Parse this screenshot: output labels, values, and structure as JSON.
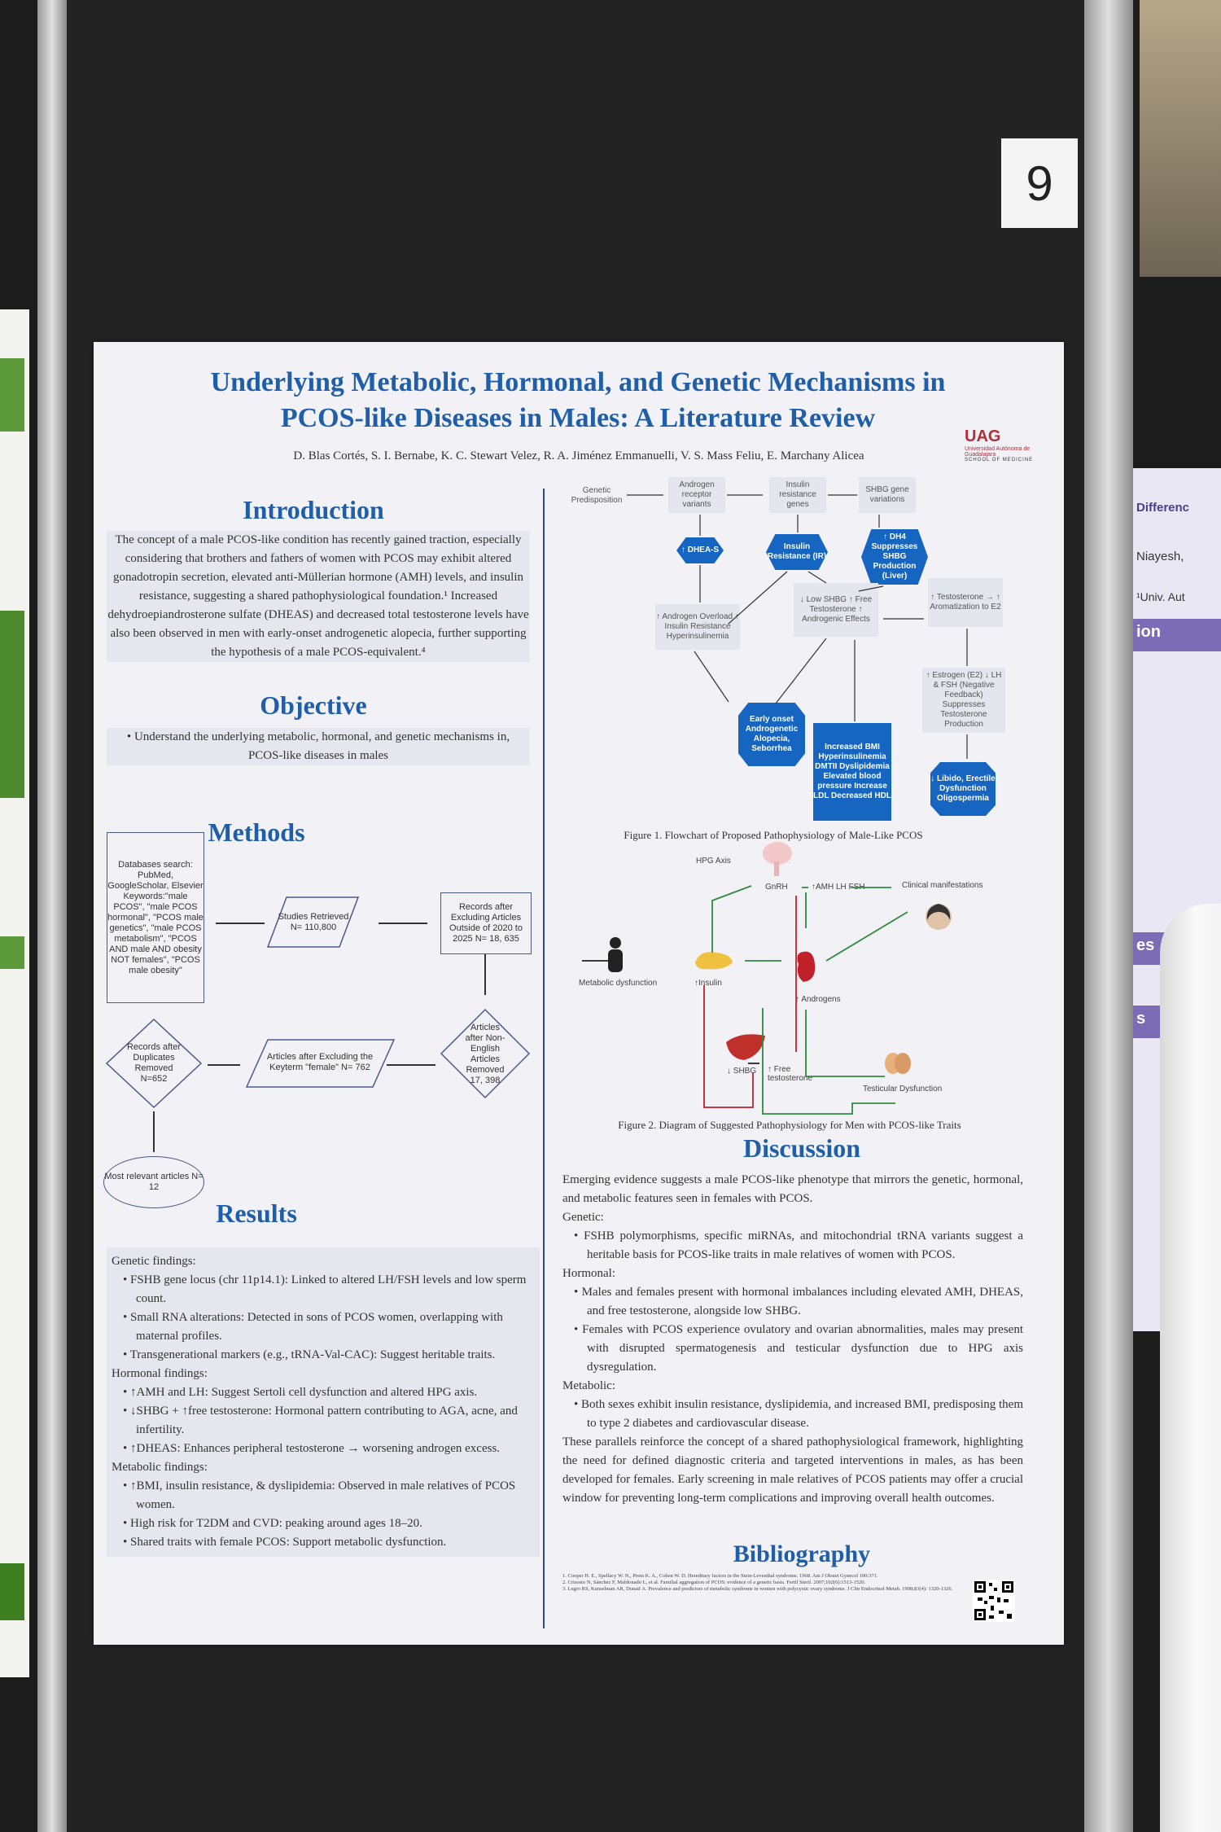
{
  "photo": {
    "booth_number": "9",
    "neighbor_poster_snippets": [
      "Differenc",
      "Niayesh,",
      "¹Univ. Aut",
      "ion",
      "es",
      "s"
    ]
  },
  "poster": {
    "title_line1": "Underlying Metabolic, Hormonal, and Genetic Mechanisms in",
    "title_line2": "PCOS-like Diseases in Males: A Literature Review",
    "authors": "D. Blas Cortés, S. I. Bernabe, K. C. Stewart Velez, R. A. Jiménez Emmanuelli, V. S. Mass Feliu, E. Marchany Alicea",
    "logo": {
      "name": "UAG",
      "sub": "Universidad Autónoma de Guadalajara",
      "school": "SCHOOL OF MEDICINE"
    },
    "introduction": {
      "heading": "Introduction",
      "text": "The concept of a male PCOS-like condition has recently gained traction, especially considering that brothers and fathers of women with PCOS may exhibit altered gonadotropin secretion, elevated anti-Müllerian hormone (AMH) levels, and insulin resistance, suggesting a shared pathophysiological foundation.¹ Increased dehydroepiandrosterone sulfate (DHEAS) and decreased total testosterone levels have also been observed in men with early-onset androgenetic alopecia, further supporting the hypothesis of a male PCOS-equivalent.⁴"
    },
    "objective": {
      "heading": "Objective",
      "text": "Understand the underlying metabolic, hormonal, and genetic mechanisms in, PCOS-like diseases in males"
    },
    "methods": {
      "heading": "Methods",
      "db_search": "Databases search: PubMed, GoogleScholar, Elsevier Keywords:\"male PCOS\", \"male PCOS hormonal\", \"PCOS male genetics\", \"male PCOS metabolism\", \"PCOS AND male AND obesity NOT females\", \"PCOS male obesity\"",
      "studies_retrieved": "Studies Retrieved N= 110,800",
      "records_after_2020": "Records after Excluding Articles Outside of 2020 to 2025 N= 18, 635",
      "non_english": "Articles after Non-English Articles Removed 17, 398",
      "keyterm_female": "Articles after Excluding the Keyterm \"female\" N= 762",
      "duplicates": "Records after Duplicates Removed N=652",
      "most_relevant": "Most relevant articles N= 12"
    },
    "results": {
      "heading": "Results",
      "lines": [
        {
          "t": "Genetic findings:",
          "b": false
        },
        {
          "t": "• FSHB gene locus (chr 11p14.1): Linked to altered LH/FSH levels and low sperm count.",
          "b": true
        },
        {
          "t": "• Small RNA alterations: Detected in sons of PCOS women, overlapping with maternal profiles.",
          "b": true
        },
        {
          "t": "• Transgenerational markers (e.g., tRNA-Val-CAC): Suggest heritable traits.",
          "b": true
        },
        {
          "t": "Hormonal findings:",
          "b": false
        },
        {
          "t": "• ↑AMH and LH: Suggest Sertoli cell dysfunction and altered HPG axis.",
          "b": true
        },
        {
          "t": "• ↓SHBG + ↑free testosterone: Hormonal pattern contributing to AGA, acne, and infertility.",
          "b": true
        },
        {
          "t": "• ↑DHEAS: Enhances peripheral testosterone → worsening androgen excess.",
          "b": true
        },
        {
          "t": "Metabolic findings:",
          "b": false
        },
        {
          "t": "• ↑BMI, insulin resistance, & dyslipidemia: Observed in male relatives of PCOS women.",
          "b": true
        },
        {
          "t": "• High risk for T2DM and CVD: peaking around ages 18–20.",
          "b": true
        },
        {
          "t": "• Shared traits with female PCOS: Support metabolic dysfunction.",
          "b": true
        }
      ]
    },
    "figure1": {
      "caption": "Figure 1. Flowchart of Proposed Pathophysiology of Male-Like PCOS",
      "genetic": "Genetic Predisposition",
      "androgen_receptor": "Androgen receptor variants",
      "insulin_genes": "Insulin resistance genes",
      "shbg_genes": "SHBG gene variations",
      "dheas": "↑ DHEA-S",
      "ir": "Insulin Resistance (IR)",
      "dh4": "↑ DH4 Suppresses SHBG Production (Liver)",
      "androgen_overload": "↑ Androgen Overload ↑ Insulin Resistance Hyperinsulinemia",
      "low_shbg": "↓ Low SHBG ↑ Free Testosterone ↑ Androgenic Effects",
      "aromatization": "↑ Testosterone → ↑ Aromatization to E2",
      "estrogen": "↑ Estrogen (E2) ↓ LH & FSH (Negative Feedback) Suppresses Testosterone Production",
      "alopecia": "Early onset Androgenetic Alopecia, Seborrhea",
      "metabolic": "Increased BMI Hyperinsulinemia DMTII Dyslipidemia Elevated blood pressure Increase LDL Decreased HDL",
      "libido": "↓ Libido, Erectile Dysfunction Oligospermia"
    },
    "figure2": {
      "caption": "Figure 2. Diagram of Suggested Pathophysiology for Men with PCOS-like Traits",
      "hpg_axis": "HPG Axis",
      "gnrh": "GnRH",
      "amh": "↑AMH LH FSH",
      "clinical": "Clinical manifestations",
      "metabolic_dysfunction": "Metabolic dysfunction",
      "insulin": "↑Insulin",
      "androgens": "↑ Androgens",
      "shbg": "↓ SHBG",
      "free_t": "↑ Free testosterone",
      "testicular": "Testicular Dysfunction"
    },
    "discussion": {
      "heading": "Discussion",
      "lines": [
        {
          "t": "Emerging evidence suggests a male PCOS-like phenotype that mirrors the genetic, hormonal, and metabolic features seen in females with PCOS.",
          "b": false
        },
        {
          "t": "Genetic:",
          "b": false
        },
        {
          "t": "• FSHB polymorphisms, specific miRNAs, and mitochondrial tRNA variants suggest a heritable basis for PCOS-like traits in male relatives of women with PCOS.",
          "b": true
        },
        {
          "t": "Hormonal:",
          "b": false
        },
        {
          "t": "• Males and females present with hormonal imbalances including elevated AMH, DHEAS, and free testosterone, alongside low SHBG.",
          "b": true
        },
        {
          "t": "• Females with PCOS experience ovulatory and ovarian abnormalities, males may present with disrupted spermatogenesis and testicular dysfunction due to HPG axis dysregulation.",
          "b": true
        },
        {
          "t": "Metabolic:",
          "b": false
        },
        {
          "t": "• Both sexes exhibit insulin resistance, dyslipidemia, and increased BMI, predisposing them to type 2 diabetes and cardiovascular disease.",
          "b": true
        },
        {
          "t": "These parallels reinforce the concept of a shared pathophysiological framework, highlighting the need for defined diagnostic criteria and targeted interventions in males, as has been developed for females. Early screening in male relatives of PCOS patients may offer a crucial window for preventing long-term complications and improving overall health outcomes.",
          "b": false
        }
      ]
    },
    "bibliography": {
      "heading": "Bibliography",
      "refs": [
        "1. Cooper H. E., Spellacy W. N., Prem K. A., Cohen W. D. Hereditary factors in the Stein-Leventhal syndrome. 1968. Am J Obstet Gynecol 100:371.",
        "2. Crisosto N, Sánchez F, Maldonado L, et al. Familial aggregation of PCOS: evidence of a genetic basis. Fertil Steril. 2007;102(6):1513-1520.",
        "3. Legro RS, Kunselman AR, Dunaif A. Prevalence and predictors of metabolic syndrome in women with polycystic ovary syndrome. J Clin Endocrinol Metab. 1998;83(4): 1320-1326."
      ]
    }
  }
}
